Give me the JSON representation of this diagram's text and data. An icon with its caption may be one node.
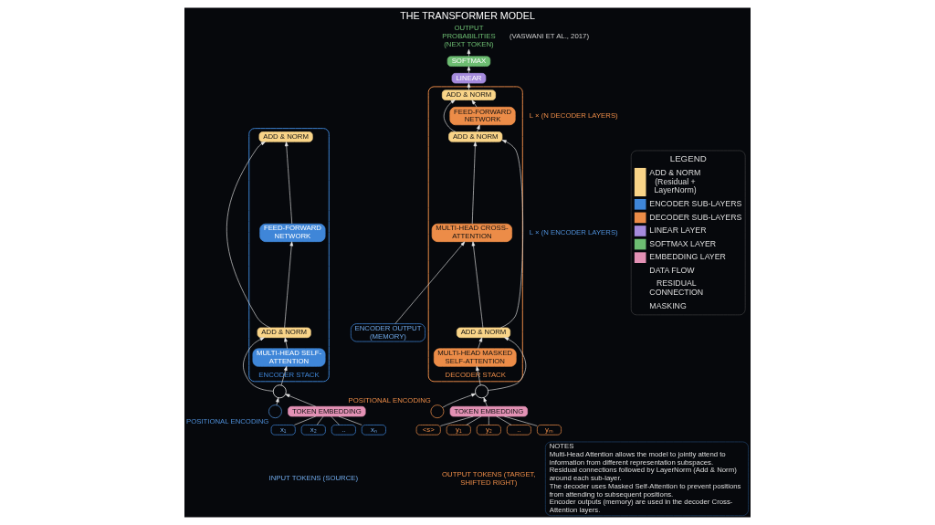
{
  "diagram": {
    "title": "THE TRANSFORMER MODEL",
    "nodes": [
      {
        "text": [
          "ENCODER STACK"
        ]
      },
      {
        "text": [
          "ADD & NORM"
        ],
        "in": 0
      },
      {
        "text": [
          "FEED-FORWARD NETWORK"
        ],
        "in": 0
      },
      {
        "text": [
          "ADD & NORM"
        ],
        "in": 0
      },
      {
        "text": [
          "MULTI-HEAD SELF-ATTENTION"
        ],
        "in": 0
      },
      {
        "text": [],
        "shape": "circle"
      },
      {
        "text": [],
        "shape": "circle",
        "beside": [
          "POSITIONAL ENCODING"
        ]
      },
      {
        "text": [
          "TOKEN EMBEDDING"
        ]
      },
      {
        "text": [
          "x₁"
        ]
      },
      {
        "text": [
          "x₂"
        ]
      },
      {
        "text": [
          ".."
        ]
      },
      {
        "text": [
          "xₙ"
        ]
      },
      {
        "text": [
          "ENCODER OUTPUT (MEMORY)"
        ]
      },
      {
        "text": [
          "DECODER STACK"
        ]
      },
      {
        "text": [
          "ADD & NORM"
        ],
        "in": 13
      },
      {
        "text": [
          "FEED-FORWARD NETWORK"
        ],
        "in": 13
      },
      {
        "text": [
          "ADD & NORM"
        ],
        "in": 13
      },
      {
        "text": [
          "MULTI-HEAD CROSS-ATTENTION"
        ],
        "in": 13
      },
      {
        "text": [
          "ADD & NORM"
        ],
        "in": 13
      },
      {
        "text": [
          "MULTI-HEAD MASKED SELF-ATTENTION"
        ],
        "in": 13
      },
      {
        "text": [
          "LINEAR"
        ]
      },
      {
        "text": [
          "SOFTMAX"
        ]
      },
      {
        "text": [
          "OUTPUT PROBABILITIES (NEXT TOKEN)"
        ]
      },
      {
        "text": [],
        "shape": "circle"
      },
      {
        "text": [],
        "shape": "circle",
        "beside": [
          "POSITIONAL ENCODING"
        ]
      },
      {
        "text": [
          "TOKEN EMBEDDING"
        ]
      },
      {
        "text": [
          "<s>"
        ]
      },
      {
        "text": [
          "y₁"
        ]
      },
      {
        "text": [
          "y₂"
        ]
      },
      {
        "text": [
          ".."
        ]
      },
      {
        "text": [
          "yₘ"
        ]
      },
      {
        "text": [
          "NOTES",
          "Multi-Head Attention allows the model to jointly attend to information from different representation subspaces.",
          "Residual connections followed by LayerNorm (Add & Norm) around each sub-layer.",
          "The decoder uses Masked Self-Attention to prevent positions from attending to subsequent positions.",
          "Encoder outputs (memory) are used in the decoder Cross-Attention layers."
        ]
      }
    ],
    "edges": [
      {
        "from": 8,
        "to": 7,
        "arrow": "none"
      },
      {
        "from": 9,
        "to": 7,
        "arrow": "none"
      },
      {
        "from": 10,
        "to": 7,
        "arrow": "none"
      },
      {
        "from": 11,
        "to": 7,
        "arrow": "none"
      },
      {
        "from": 7,
        "to": 5,
        "arrow": "to"
      },
      {
        "from": 6,
        "to": 5,
        "arrow": "to"
      },
      {
        "from": 5,
        "to": 4,
        "arrow": "to"
      },
      {
        "from": 4,
        "to": 3,
        "arrow": "to"
      },
      {
        "from": 5,
        "to": 3,
        "arrow": "to"
      },
      {
        "from": 3,
        "to": 2,
        "arrow": "to"
      },
      {
        "from": 2,
        "to": 1,
        "arrow": "to"
      },
      {
        "from": 3,
        "to": 1,
        "arrow": "to"
      },
      {
        "from": 12,
        "to": 17,
        "arrow": "to"
      },
      {
        "from": 26,
        "to": 25,
        "arrow": "none"
      },
      {
        "from": 27,
        "to": 25,
        "arrow": "none"
      },
      {
        "from": 28,
        "to": 25,
        "arrow": "none"
      },
      {
        "from": 29,
        "to": 25,
        "arrow": "none"
      },
      {
        "from": 30,
        "to": 25,
        "arrow": "none"
      },
      {
        "from": 25,
        "to": 23,
        "arrow": "to"
      },
      {
        "from": 24,
        "to": 23,
        "arrow": "to"
      },
      {
        "from": 23,
        "to": 19,
        "arrow": "to"
      },
      {
        "from": 19,
        "to": 18,
        "arrow": "to"
      },
      {
        "from": 23,
        "to": 18,
        "arrow": "to"
      },
      {
        "from": 18,
        "to": 17,
        "arrow": "to"
      },
      {
        "from": 17,
        "to": 16,
        "arrow": "to"
      },
      {
        "from": 18,
        "to": 16,
        "arrow": "to"
      },
      {
        "from": 16,
        "to": 15,
        "arrow": "to"
      },
      {
        "from": 15,
        "to": 14,
        "arrow": "to"
      },
      {
        "from": 16,
        "to": 14,
        "arrow": "to"
      },
      {
        "from": 14,
        "to": 20,
        "arrow": "to"
      },
      {
        "from": 20,
        "to": 21,
        "arrow": "to"
      },
      {
        "from": 21,
        "to": 22,
        "arrow": "to"
      }
    ],
    "labels": [
      "(VASWANI ET AL., 2017)",
      "L × (N ENCODER LAYERS)",
      "L × (N DECODER LAYERS)",
      "INPUT TOKENS (SOURCE)",
      "OUTPUT TOKENS (TARGET, SHIFTED RIGHT)",
      "LEGEND"
    ],
    "legend": [
      {
        "text": "ADD & NORM (Residual + LayerNorm)",
        "color": "#f9d488"
      },
      {
        "text": "ENCODER SUB-LAYERS",
        "color": "#3f86d8"
      },
      {
        "text": "DECODER SUB-LAYERS",
        "color": "#ec8c48"
      },
      {
        "text": "LINEAR LAYER",
        "color": "#a58bdd"
      },
      {
        "text": "SOFTMAX LAYER",
        "color": "#6dbd72"
      },
      {
        "text": "EMBEDDING LAYER",
        "color": "#e391b5"
      },
      {
        "text": "DATA FLOW"
      },
      {
        "text": "RESIDUAL CONNECTION"
      },
      {
        "text": "MASKING"
      }
    ]
  }
}
